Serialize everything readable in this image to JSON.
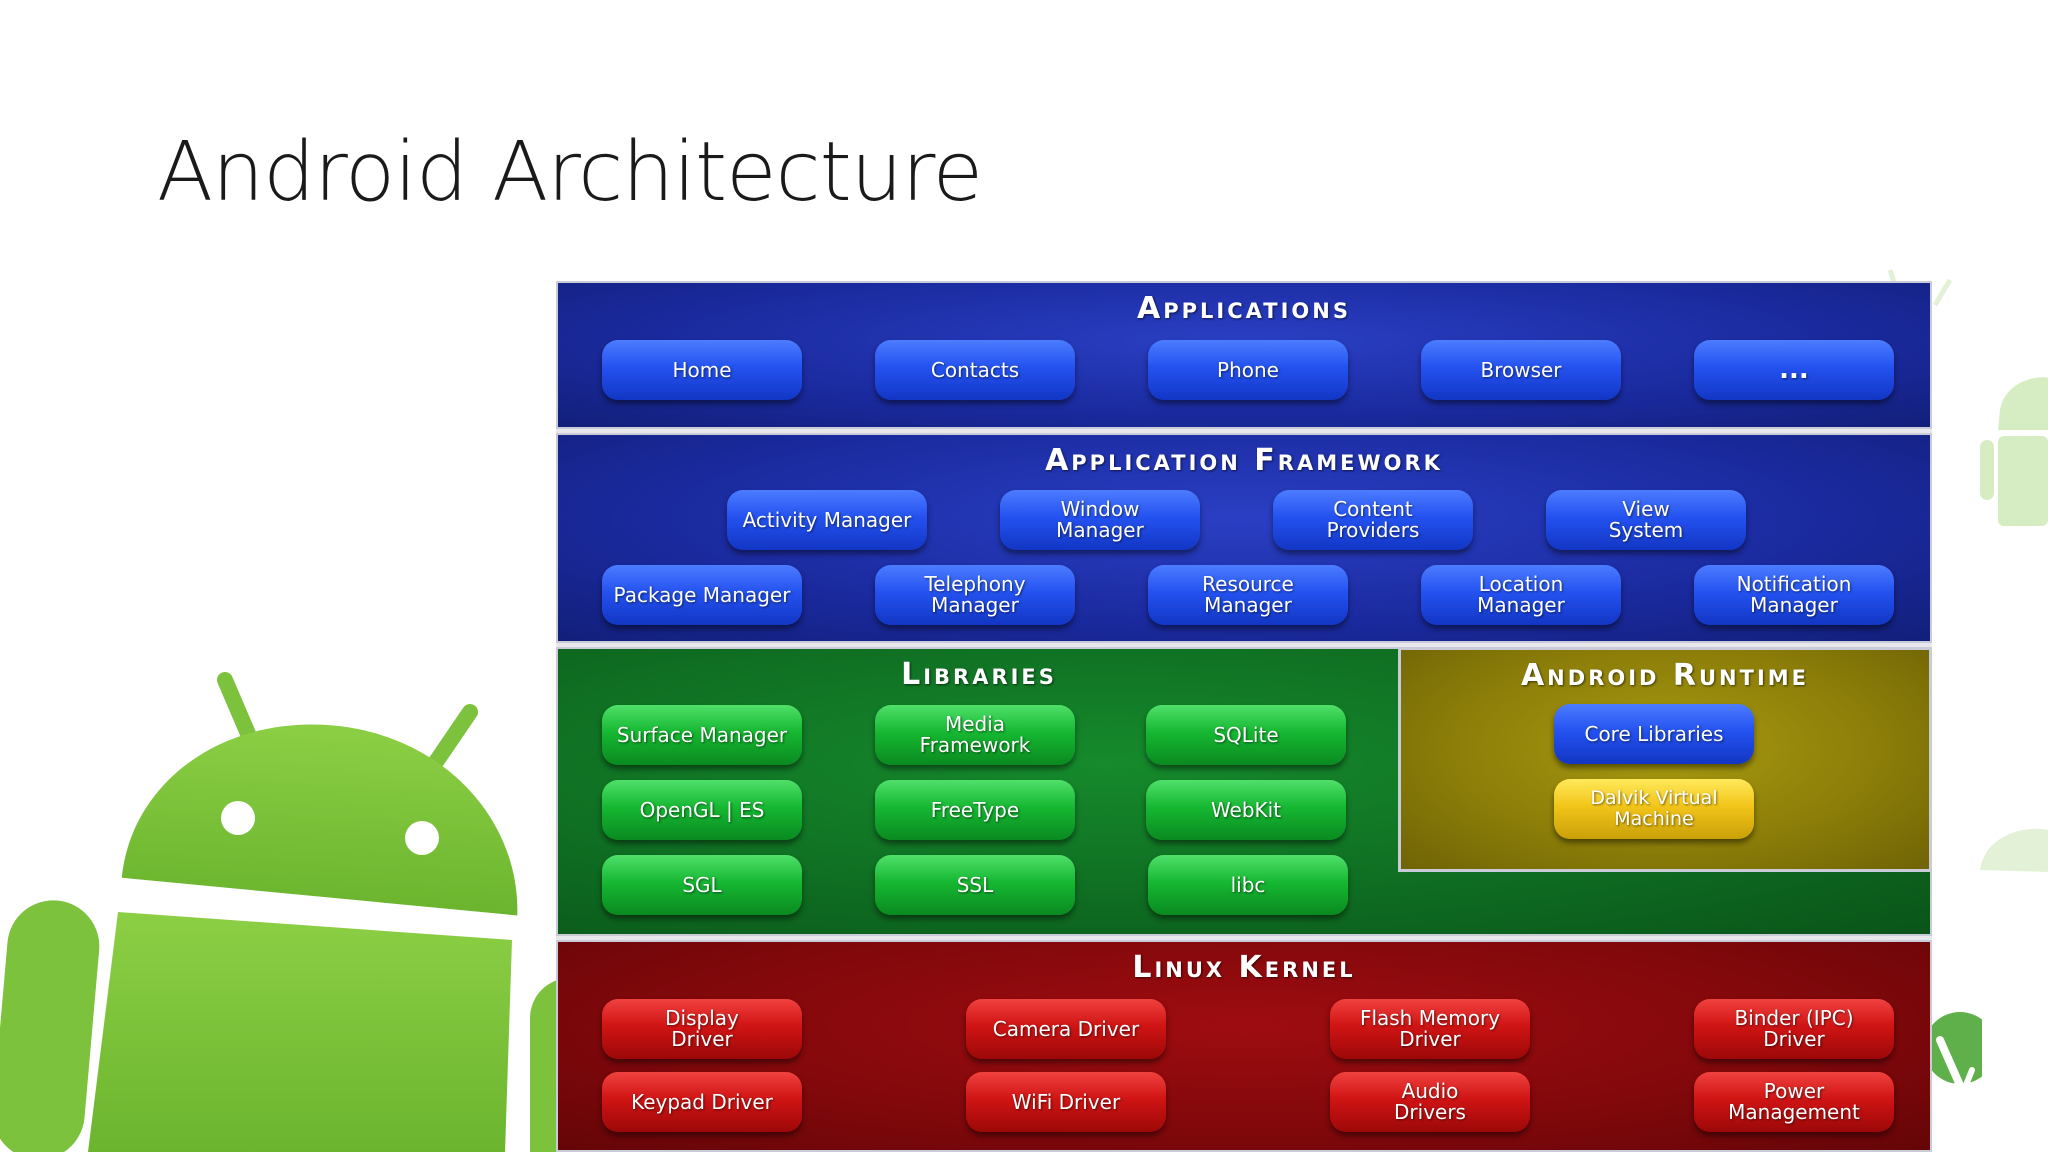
{
  "slide": {
    "title": "Android Architecture"
  },
  "diagram": {
    "applications": {
      "title": "Applications",
      "items": [
        "Home",
        "Contacts",
        "Phone",
        "Browser",
        "..."
      ]
    },
    "framework": {
      "title": "Application Framework",
      "row1": [
        "Activity Manager",
        "Window\nManager",
        "Content\nProviders",
        "View\nSystem"
      ],
      "row2": [
        "Package Manager",
        "Telephony\nManager",
        "Resource\nManager",
        "Location\nManager",
        "Notification\nManager"
      ]
    },
    "libraries": {
      "title": "Libraries",
      "items": [
        "Surface Manager",
        "Media\nFramework",
        "SQLite",
        "OpenGL | ES",
        "FreeType",
        "WebKit",
        "SGL",
        "SSL",
        "libc"
      ]
    },
    "runtime": {
      "title": "Android Runtime",
      "items": [
        "Core Libraries",
        "Dalvik Virtual\nMachine"
      ]
    },
    "kernel": {
      "title": "Linux Kernel",
      "row1": [
        "Display\nDriver",
        "Camera Driver",
        "Flash Memory\nDriver",
        "Binder (IPC)\nDriver"
      ],
      "row2": [
        "Keypad Driver",
        "WiFi Driver",
        "Audio\nDrivers",
        "Power\nManagement"
      ]
    }
  },
  "colors": {
    "android_green": "#8bc34a",
    "applications_bg": "#1a2a9e",
    "libraries_bg": "#0e6b21",
    "runtime_bg": "#8a7c08",
    "kernel_bg": "#80080b"
  },
  "icons": [
    "android-robot-icon"
  ]
}
